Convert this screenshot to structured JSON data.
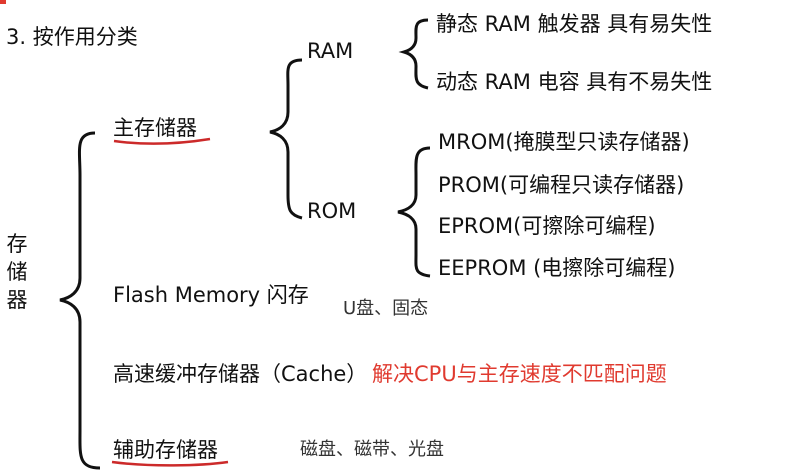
{
  "heading": "3.  按作用分类",
  "root_label": "存储器",
  "main_storage": {
    "label": "主存储器",
    "ram": {
      "label": "RAM",
      "items": [
        "静态 RAM  触发器   具有易失性",
        "动态 RAM  电容 具有不易失性"
      ]
    },
    "rom": {
      "label": "ROM",
      "items": [
        "MROM(掩膜型只读存储器)",
        "PROM(可编程只读存储器)",
        "EPROM(可擦除可编程)",
        "EEPROM (电擦除可编程)"
      ]
    }
  },
  "flash": {
    "label": "Flash  Memory 闪存",
    "note": "U盘、固态"
  },
  "cache": {
    "label": "高速缓冲存储器（Cache）",
    "note": "解决CPU与主存速度不匹配问题"
  },
  "auxiliary": {
    "label": "辅助存储器",
    "note": "磁盘、磁带、光盘"
  },
  "colors": {
    "text": "#111111",
    "accent_red": "#e03a2f",
    "underline": "#cc2a2a"
  }
}
